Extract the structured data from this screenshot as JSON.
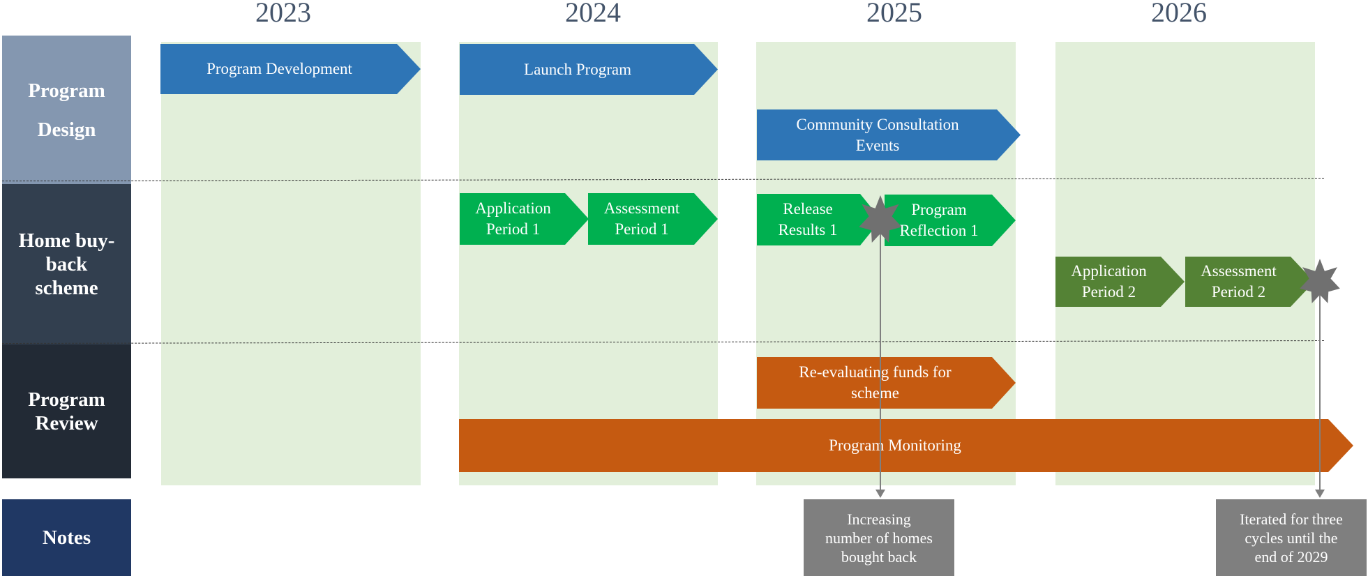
{
  "years": [
    "2023",
    "2024",
    "2025",
    "2026"
  ],
  "lanes": {
    "design": {
      "line1": "Program",
      "line2": "Design",
      "color": "#8497b0"
    },
    "buyback": {
      "line1": "Home buy-",
      "line2": "back",
      "line3": "scheme",
      "color": "#323f4f"
    },
    "review": {
      "line1": "Program",
      "line2": "Review",
      "color": "#222a35"
    },
    "notes": {
      "label": "Notes",
      "color": "#203864"
    }
  },
  "tasks": {
    "program_development": "Program Development",
    "launch_program": "Launch Program",
    "community_consultation": {
      "line1": "Community Consultation",
      "line2": "Events"
    },
    "application_period_1": {
      "line1": "Application",
      "line2": "Period 1"
    },
    "assessment_period_1": {
      "line1": "Assessment",
      "line2": "Period 1"
    },
    "release_results_1": {
      "line1": "Release",
      "line2": "Results 1"
    },
    "program_reflection_1": {
      "line1": "Program",
      "line2": "Reflection 1"
    },
    "application_period_2": {
      "line1": "Application",
      "line2": "Period 2"
    },
    "assessment_period_2": {
      "line1": "Assessment",
      "line2": "Period 2"
    },
    "re_evaluating_funds": {
      "line1": "Re-evaluating funds for",
      "line2": "scheme"
    },
    "program_monitoring": "Program Monitoring"
  },
  "notes": {
    "homes": {
      "line1": "Increasing",
      "line2": "number of homes",
      "line3": "bought back"
    },
    "iterated": {
      "line1": "Iterated for three",
      "line2": "cycles until the",
      "line3": "end of 2029"
    }
  },
  "colors": {
    "design_blue": "#2e75b6",
    "buyback_green": "#00b050",
    "buyback_dark_green": "#548235",
    "review_orange": "#c55a11",
    "year_column": "#e2efda",
    "milestone_star": "#707070",
    "note_box": "#7f7f7f"
  }
}
